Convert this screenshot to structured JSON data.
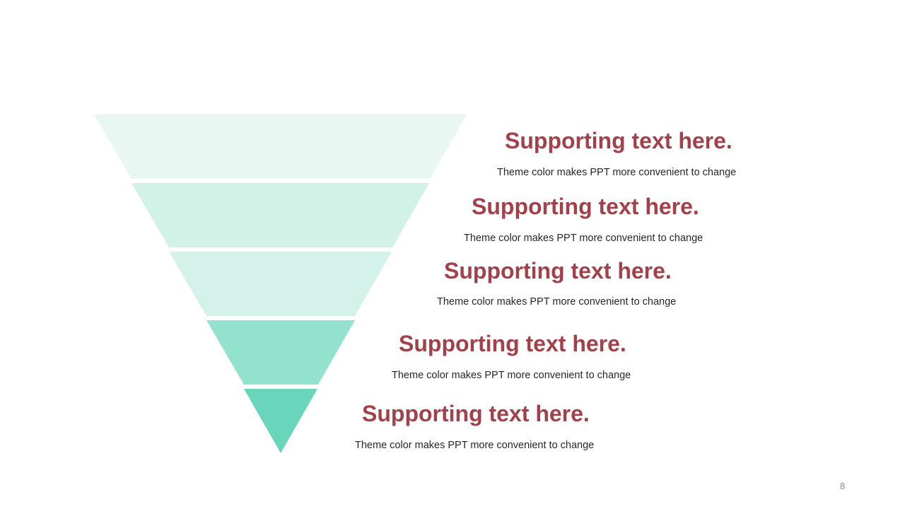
{
  "funnel": {
    "levels": [
      {
        "heading": "Supporting text here.",
        "description": "Theme color makes PPT more convenient to change",
        "color": "#e8f7f2"
      },
      {
        "heading": "Supporting text here.",
        "description": "Theme color makes PPT more convenient to change",
        "color": "#d2f1e7"
      },
      {
        "heading": "Supporting text here.",
        "description": "Theme color makes PPT more convenient to change",
        "color": "#d4f2e9"
      },
      {
        "heading": "Supporting text here.",
        "description": "Theme color makes PPT more convenient to change",
        "color": "#92e2cd"
      },
      {
        "heading": "Supporting text here.",
        "description": "Theme color makes PPT more convenient to change",
        "color": "#69d6bb"
      }
    ]
  },
  "page_number": "8"
}
